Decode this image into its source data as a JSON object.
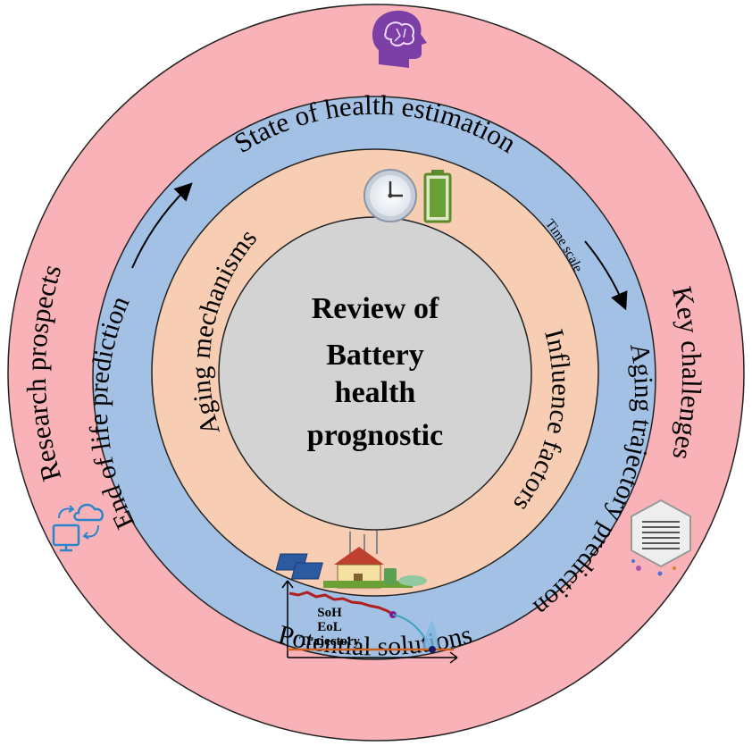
{
  "diagram": {
    "center_title_lines": [
      "Review of",
      "Battery",
      "health",
      "prognostic"
    ],
    "inner_ring": {
      "labels": {
        "left": "Aging mechanisms",
        "right": "Influence factors"
      },
      "color": "#f7cdb3"
    },
    "middle_ring": {
      "labels": {
        "top": "State of health estimation",
        "left": "End of life prediction",
        "right": "Aging trajectory prediction",
        "arrow_note": "Time scale"
      },
      "color": "#a2c1e4"
    },
    "outer_ring": {
      "labels": {
        "left": "Research prospects",
        "right": "Key challenges",
        "bottom": "Potential solutions"
      },
      "color": "#f9b3b8"
    },
    "center_color": "#d3d3d3",
    "mini_chart": {
      "labels": [
        "SoH",
        "EoL",
        "Trajectory"
      ]
    },
    "icons": [
      "brain-head-icon",
      "clock-icon",
      "battery-icon",
      "cloud-sync-icon",
      "cell-structure-icon",
      "renewable-house-icon"
    ],
    "accent_colors": {
      "brain": "#7b3fa6",
      "battery": "#6aa035",
      "sync": "#2b85c8",
      "trajectory": "#b02020",
      "baseline": "#d06020"
    }
  }
}
